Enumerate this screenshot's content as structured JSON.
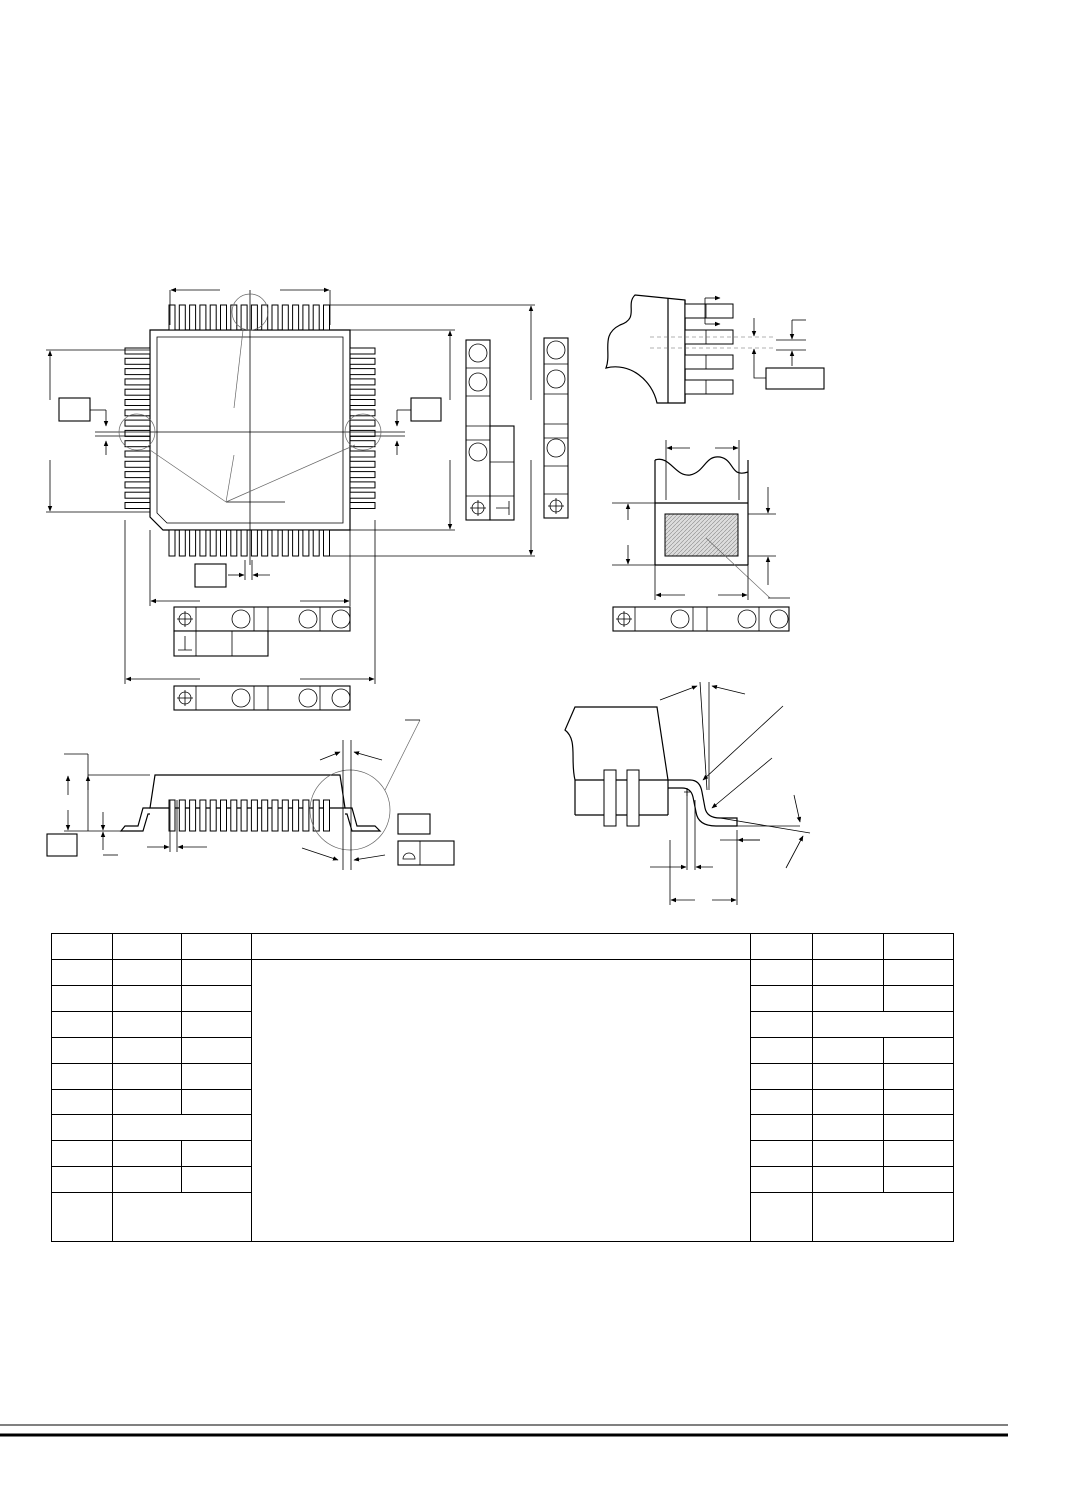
{
  "drawing": {
    "view_names": [
      "top-view",
      "side-view",
      "lead-detail",
      "pad-detail",
      "lead-profile-detail"
    ],
    "pins_per_side": 16
  },
  "spec_table": {
    "rows": 11,
    "columns": 7
  }
}
